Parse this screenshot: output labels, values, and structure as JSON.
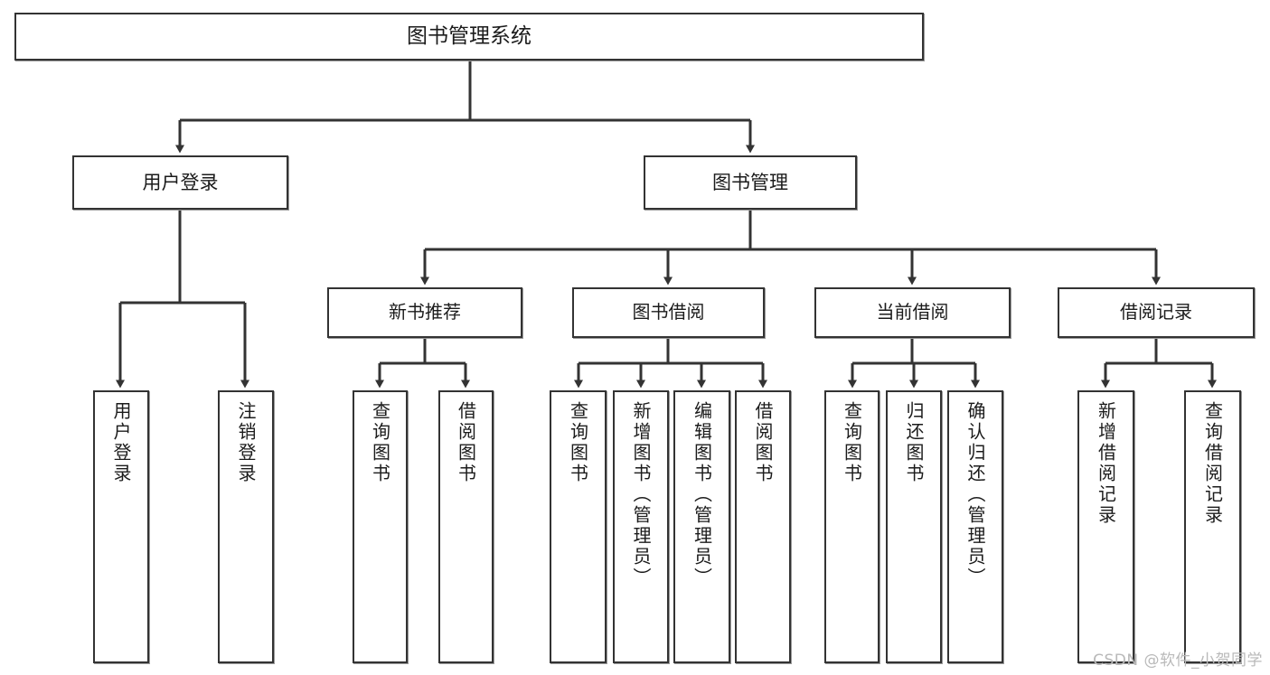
{
  "diagram": {
    "type": "tree",
    "title": "图书管理系统",
    "watermark": "CSDN @软件_小贺同学",
    "colors": {
      "background": "#ffffff",
      "box_border": "#333333",
      "box_fill": "#ffffff",
      "connector": "#333333",
      "text": "#1b1b1b",
      "watermark": "#b9b9b9"
    },
    "nodes": {
      "root": {
        "label": "图书管理系统"
      },
      "level2": [
        {
          "id": "user-login",
          "label": "用户登录"
        },
        {
          "id": "book-manage",
          "label": "图书管理"
        }
      ],
      "level3": [
        {
          "id": "new-book-recommend",
          "label": "新书推荐"
        },
        {
          "id": "book-borrow",
          "label": "图书借阅"
        },
        {
          "id": "current-borrow",
          "label": "当前借阅"
        },
        {
          "id": "borrow-record",
          "label": "借阅记录"
        }
      ],
      "leaves": {
        "user_login": [
          {
            "id": "leaf-user-login",
            "label": "用户登录"
          },
          {
            "id": "leaf-user-logout",
            "label": "注销登录"
          }
        ],
        "new_book_recommend": [
          {
            "id": "leaf-query-book-1",
            "label": "查询图书"
          },
          {
            "id": "leaf-borrow-book-1",
            "label": "借阅图书"
          }
        ],
        "book_borrow": [
          {
            "id": "leaf-query-book-2",
            "label": "查询图书"
          },
          {
            "id": "leaf-add-book",
            "label": "新增图书（管理员）"
          },
          {
            "id": "leaf-edit-book",
            "label": "编辑图书（管理员）"
          },
          {
            "id": "leaf-borrow-book-2",
            "label": "借阅图书"
          }
        ],
        "current_borrow": [
          {
            "id": "leaf-query-book-3",
            "label": "查询图书"
          },
          {
            "id": "leaf-return-book",
            "label": "归还图书"
          },
          {
            "id": "leaf-confirm-return",
            "label": "确认归还（管理员）"
          }
        ],
        "borrow_record": [
          {
            "id": "leaf-add-record",
            "label": "新增借阅记录"
          },
          {
            "id": "leaf-query-record",
            "label": "查询借阅记录"
          }
        ]
      }
    }
  }
}
